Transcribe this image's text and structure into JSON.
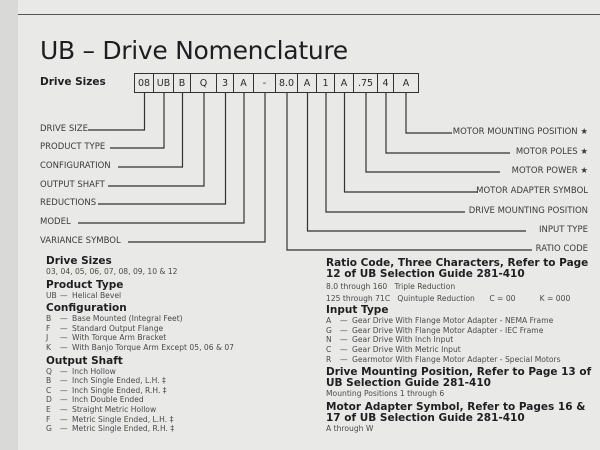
{
  "title": "UB – Drive Nomenclature",
  "drive_sizes_label": "Drive Sizes",
  "code_cells": [
    "08",
    "UB",
    "B",
    "Q",
    "3",
    "A",
    "-",
    "8.0",
    "A",
    "1",
    "A",
    ".75",
    "4",
    "A"
  ],
  "left_labels": [
    "DRIVE SIZE",
    "PRODUCT TYPE",
    "CONFIGURATION",
    "OUTPUT SHAFT",
    "REDUCTIONS",
    "MODEL",
    "VARIANCE SYMBOL"
  ],
  "right_labels": [
    "MOTOR MOUNTING POSITION ★",
    "MOTOR POLES ★",
    "MOTOR POWER ★",
    "MOTOR ADAPTER SYMBOL",
    "DRIVE MOUNTING POSITION",
    "INPUT TYPE",
    "RATIO CODE"
  ],
  "left_column": {
    "drive_sizes": {
      "heading": "Drive Sizes",
      "text": "03, 04, 05, 06, 07, 08, 09, 10 & 12"
    },
    "product_type": {
      "heading": "Product Type",
      "items": [
        {
          "k": "UB",
          "d": "Helical Bevel"
        }
      ]
    },
    "configuration": {
      "heading": "Configuration",
      "items": [
        {
          "k": "B",
          "d": "Base Mounted (Integral Feet)"
        },
        {
          "k": "F",
          "d": "Standard Output Flange"
        },
        {
          "k": "J",
          "d": "With Torque Arm Bracket"
        },
        {
          "k": "K",
          "d": "With Banjo Torque Arm Except 05, 06 & 07"
        }
      ]
    },
    "output_shaft": {
      "heading": "Output Shaft",
      "items": [
        {
          "k": "Q",
          "d": "Inch Hollow"
        },
        {
          "k": "B",
          "d": "Inch Single Ended, L.H. ‡"
        },
        {
          "k": "C",
          "d": "Inch Single Ended, R.H. ‡"
        },
        {
          "k": "D",
          "d": "Inch Double Ended"
        },
        {
          "k": "E",
          "d": "Straight Metric Hollow"
        },
        {
          "k": "F",
          "d": "Metric Single Ended, L.H. ‡"
        },
        {
          "k": "G",
          "d": "Metric Single Ended, R.H. ‡"
        }
      ]
    }
  },
  "right_column": {
    "ratio_code": {
      "heading": "Ratio Code, Three Characters, Refer to Page 12 of UB Selection Guide 281-410",
      "line1": "8.0 through 160   Triple Reduction",
      "line2": "125 through 71C   Quintuple Reduction      C = 00          K = 000"
    },
    "input_type": {
      "heading": "Input Type",
      "items": [
        {
          "k": "A",
          "d": "Gear Drive With Flange Motor Adapter - NEMA Frame"
        },
        {
          "k": "G",
          "d": "Gear Drive With Flange Motor Adapter - IEC Frame"
        },
        {
          "k": "N",
          "d": "Gear Drive With Inch Input"
        },
        {
          "k": "C",
          "d": "Gear Drive With Metric Input"
        },
        {
          "k": "R",
          "d": "Gearmotor With Flange Motor Adapter - Special Motors"
        }
      ]
    },
    "drive_mounting": {
      "heading": "Drive Mounting Position, Refer to Page 13 of UB Selection Guide 281-410",
      "text": "Mounting Positions 1 through 6"
    },
    "motor_adapter": {
      "heading": "Motor Adapter Symbol, Refer to Pages 16 & 17 of UB Selection Guide 281-410",
      "text": "A through W"
    }
  }
}
